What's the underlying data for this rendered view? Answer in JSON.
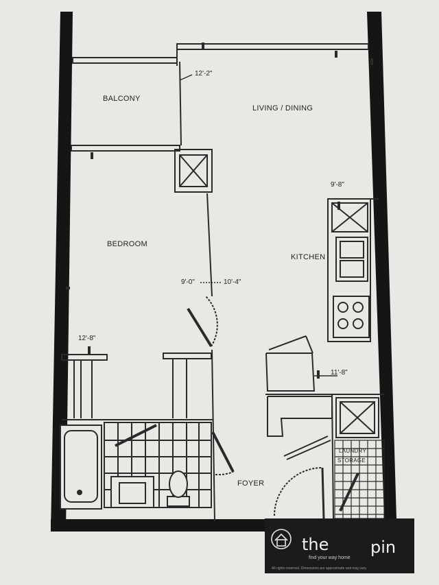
{
  "rooms": {
    "balcony": "BALCONY",
    "living_dining": "LIVING / DINING",
    "bedroom": "BEDROOM",
    "kitchen": "KITCHEN",
    "foyer": "FOYER",
    "laundry": "LAUNDRY",
    "storage": "STORAGE"
  },
  "dimensions": {
    "living_width": "12'-2\"",
    "kitchen_top": "9'-8\"",
    "bedroom_left": "9'-0\"",
    "bedroom_right": "10'-4\"",
    "bath_width": "12'-8\"",
    "kitchen_lower": "11'-8\""
  },
  "brand": {
    "name_left": "the",
    "name_right": "pin",
    "tagline": "find your way home",
    "fine_print": "All rights reserved. Dimensions are approximate and may vary."
  },
  "colors": {
    "wall": "#151515",
    "line": "#2a2a2a",
    "paper": "#e9e8e4",
    "brand_bg": "#1b1b1b"
  }
}
